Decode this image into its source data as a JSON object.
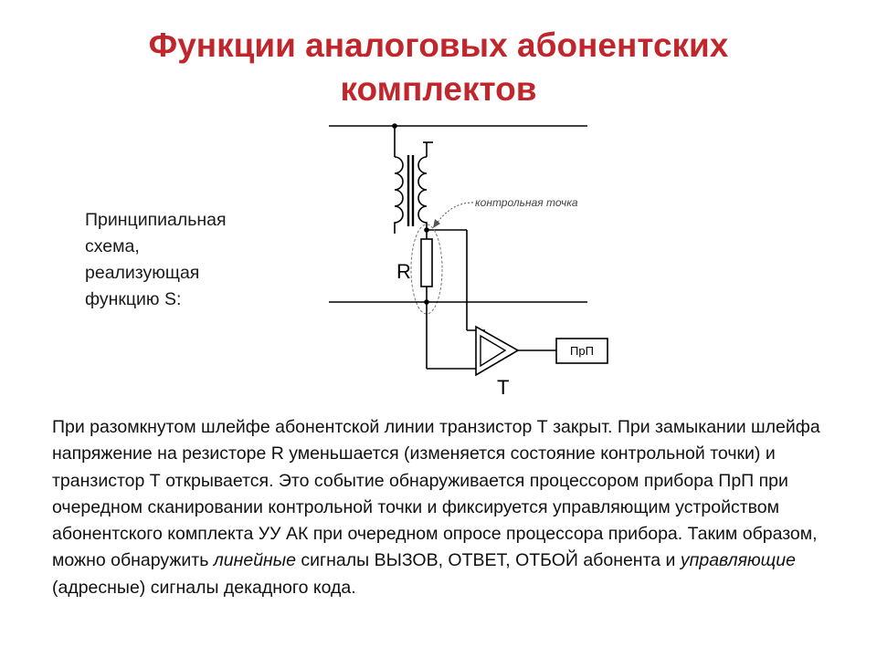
{
  "title": {
    "line1": "Функции аналоговых абонентских",
    "line2": "комплектов"
  },
  "side_caption": {
    "line1": "Принципиальная",
    "line2": "схема,",
    "line3": "реализующая",
    "line4": "функцию S:"
  },
  "diagram": {
    "control_point_label": "контрольная точка",
    "resistor_label": "R",
    "transistor_label": "T",
    "device_label": "ПрП"
  },
  "body": {
    "part1": "При разомкнутом шлейфе абонентской линии транзистор Т закрыт. При замыкании шлейфа напряжение на резисторе R уменьшается (изменяется состояние контрольной точки) и транзистор Т открывается. Это событие обнаруживается процессором прибора ПрП при очередном сканировании контрольной точки и фиксируется управляющим устройством абонентского комплекта УУ АК при очередном опросе процессора прибора. Таким образом, можно обнаружить ",
    "italic1": "линейные",
    "part2": " сигналы ВЫЗОВ, ОТВЕТ, ОТБОЙ абонента и ",
    "italic2": "управляющие",
    "part3": " (адресные) сигналы декадного кода."
  }
}
